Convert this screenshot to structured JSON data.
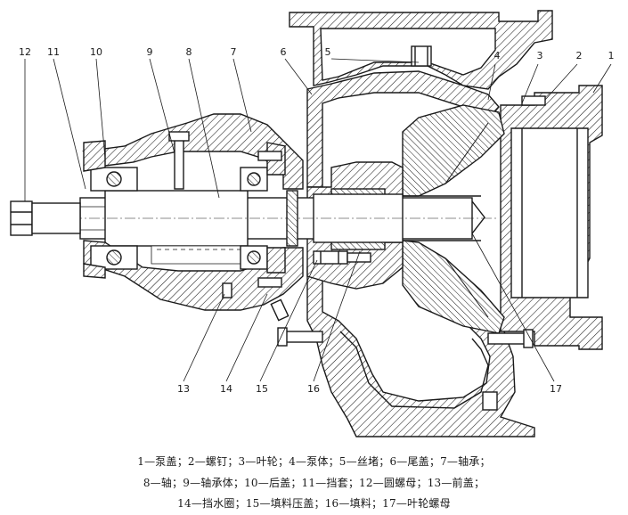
{
  "part_numbers": [
    "1",
    "2",
    "3",
    "4",
    "5",
    "6",
    "7",
    "8",
    "9",
    "10",
    "11",
    "12",
    "13",
    "14",
    "15",
    "16",
    "17"
  ],
  "legend_lines": [
    "1—泵盖；2—螺钉；3—叶轮；4—泵体；5—丝堵；6—尾盖；7—轴承；",
    "8—轴；9—轴承体；10—后盖；11—挡套；12—圆螺母；13—前盖；",
    "14—挡水圈；15—填料压盖；16—填料；17—叶轮螺母"
  ],
  "colors": {
    "line": "#1a1a1a",
    "paper": "#ffffff"
  }
}
